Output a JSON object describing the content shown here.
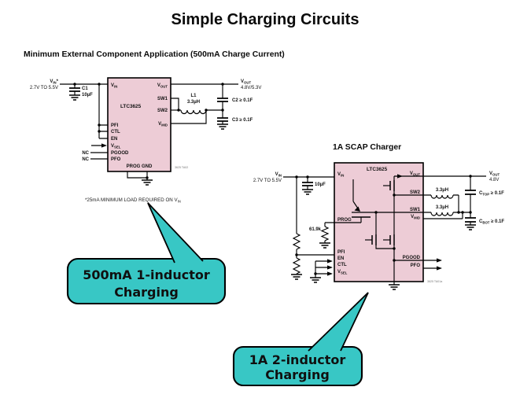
{
  "title": "Simple Charging Circuits",
  "colors": {
    "ic_fill": "#edccd6",
    "callout_fill": "#38c7c5"
  },
  "circuit1": {
    "heading": "Minimum External Component Application (500mA Charge Current)",
    "vin_v": "V",
    "vin_sub": "IN",
    "vin_star": "*",
    "vin_range": "2.7V TO 5.5V",
    "c1_name": "C1",
    "c1_val": "10µF",
    "ic_name": "LTC3625",
    "pin_vin_v": "V",
    "pin_vin_sub": "IN",
    "pin_pfi": "PFI",
    "pin_ctl": "CTL",
    "pin_en": "EN",
    "pin_vsel_v": "V",
    "pin_vsel_sub": "SEL",
    "pin_pgood": "PGOOD",
    "pin_pfo": "PFO",
    "pin_prog_gnd": "PROG GND",
    "pin_vout_v": "V",
    "pin_vout_sub": "OUT",
    "pin_sw1": "SW1",
    "pin_sw2": "SW2",
    "pin_vmid_v": "V",
    "pin_vmid_sub": "MID",
    "nc1": "NC",
    "nc2": "NC",
    "l1_name": "L1",
    "l1_val": "3.3µH",
    "out_v": "V",
    "out_sub": "OUT",
    "out_val": "4.8V/5.3V",
    "c2_label": "C2 ≥ 0.1F",
    "c3_label": "C3 ≥ 0.1F",
    "note_main": "*25mA MINIMUM LOAD REQUIRED ON V",
    "note_sub": "IN",
    "ref": "3625 TA02"
  },
  "circuit2": {
    "heading": "1A SCAP Charger",
    "vin_v": "V",
    "vin_sub": "IN",
    "vin_range": "2.7V TO 5.5V",
    "cin_val": "10µF",
    "rprog_val": "61.9k",
    "ic_name": "LTC3625",
    "pin_vin_v": "V",
    "pin_vin_sub": "IN",
    "pin_prog": "PROG",
    "pin_pfi": "PFI",
    "pin_en": "EN",
    "pin_ctl": "CTL",
    "pin_vsel_v": "V",
    "pin_vsel_sub": "SEL",
    "pin_vout_v": "V",
    "pin_vout_sub": "OUT",
    "pin_sw2": "SW2",
    "pin_sw1": "SW1",
    "pin_vmid_v": "V",
    "pin_vmid_sub": "MID",
    "pin_pgood": "PGOOD",
    "pin_pfo": "PFO",
    "l_top_val": "3.3µH",
    "l_bot_val": "3.3µH",
    "out_v": "V",
    "out_sub": "OUT",
    "out_val": "4.8V",
    "ctop_c": "C",
    "ctop_sub": "TOP",
    "ctop_rest": " ≥ 0.1F",
    "cbot_c": "C",
    "cbot_sub": "BOT",
    "cbot_rest": " ≥ 0.1F",
    "ref": "3625 TA01a"
  },
  "callout1": {
    "line1": "500mA 1-inductor",
    "line2": "Charging"
  },
  "callout2": {
    "line1": "1A 2-inductor",
    "line2": "Charging"
  }
}
